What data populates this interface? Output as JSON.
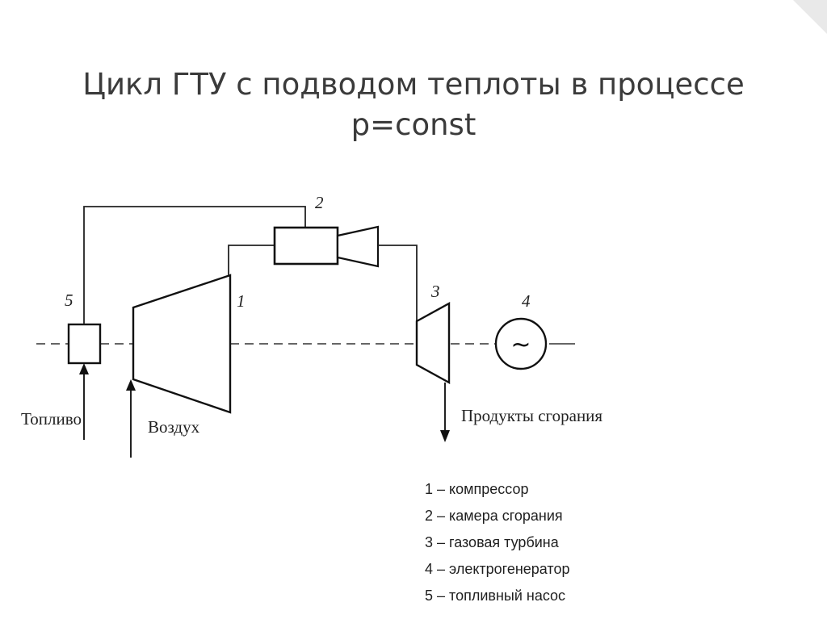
{
  "slide": {
    "title_line1": "Цикл ГТУ с подводом теплоты в процессе",
    "title_line2": "p=const"
  },
  "diagram": {
    "labels": {
      "n1": "1",
      "n2": "2",
      "n3": "3",
      "n4": "4",
      "n5": "5",
      "generator_symbol": "~",
      "fuel": "Топливо",
      "air": "Воздух",
      "exhaust": "Продукты сгорания"
    }
  },
  "legend": [
    "1 – компрессор",
    "2 – камера сгорания",
    "3 – газовая турбина",
    "4 – электрогенератор",
    "5 – топливный насос"
  ]
}
